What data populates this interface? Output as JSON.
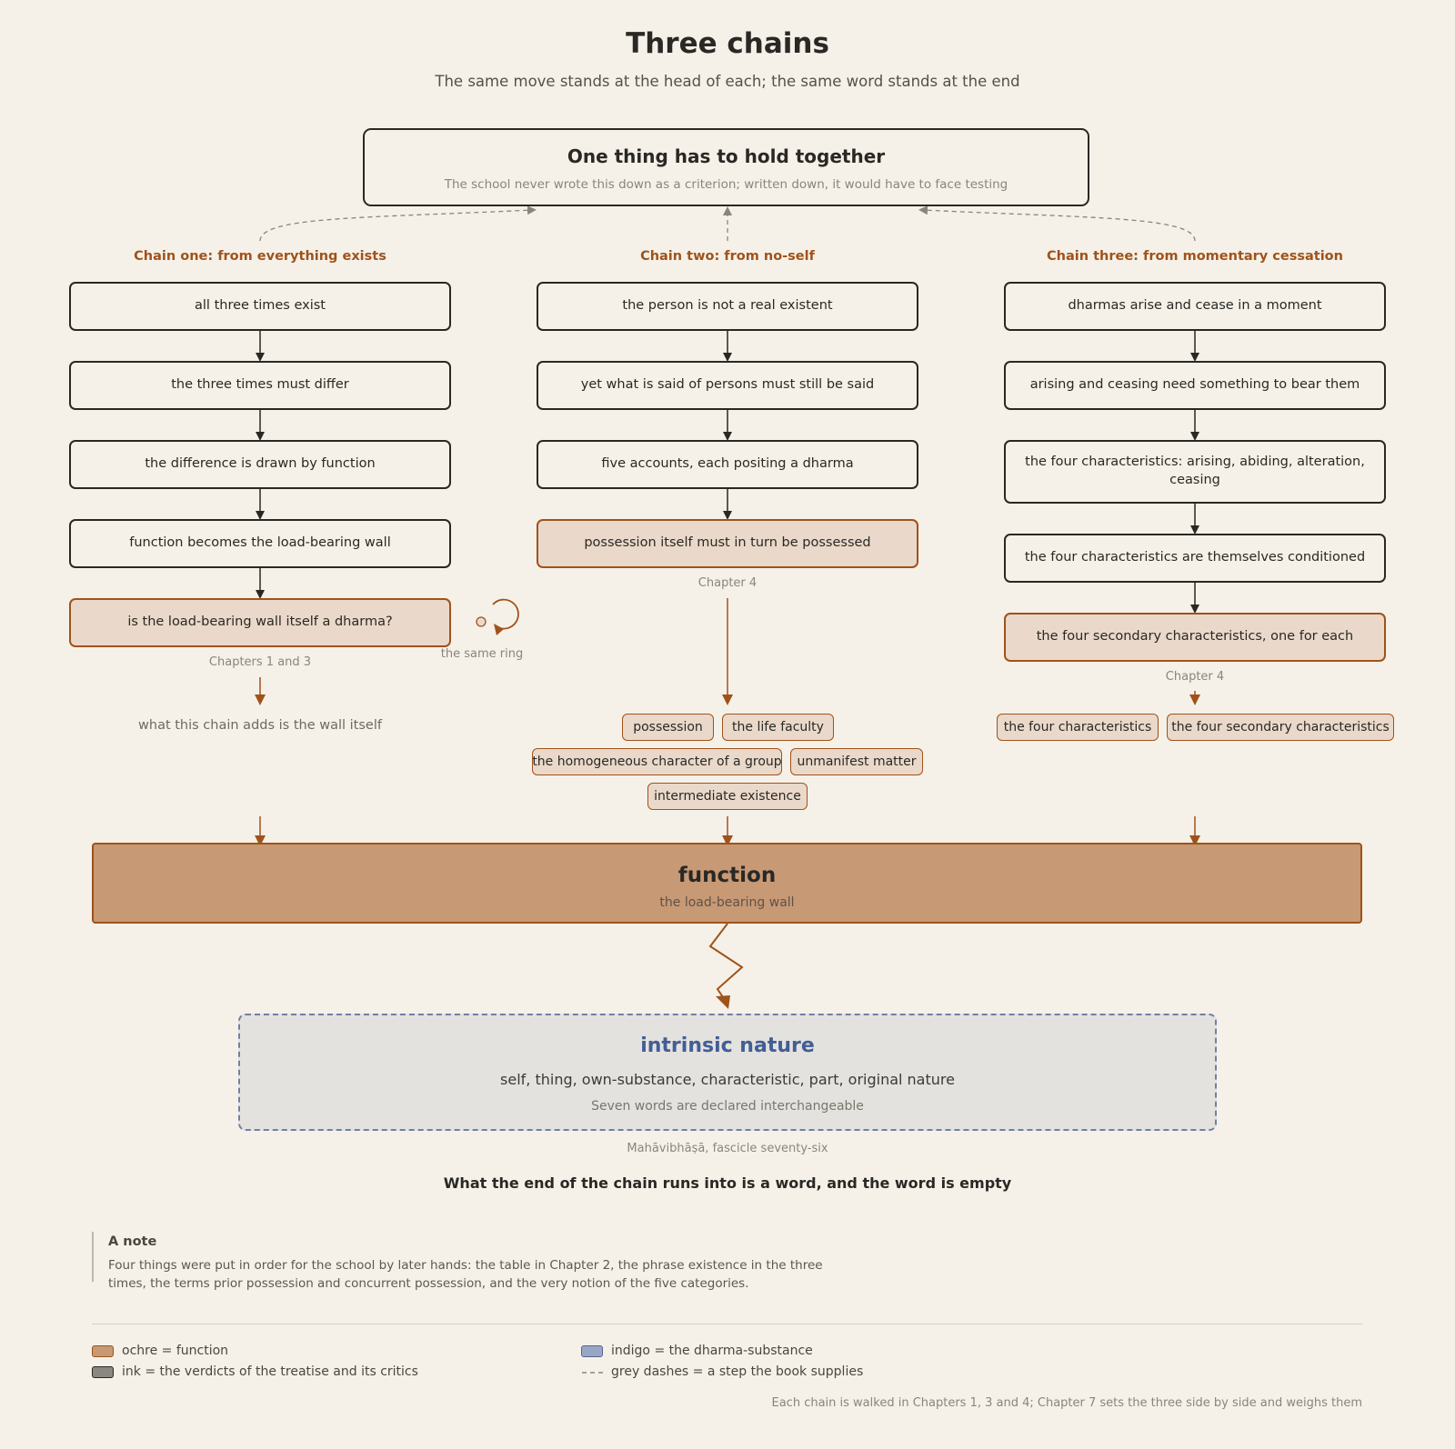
{
  "title": "Three chains",
  "subtitle": "The same move stands at the head of each; the same word stands at the end",
  "root": {
    "title": "One thing has to hold together",
    "subtitle": "The school never wrote this down as a criterion; written down, it would have to face testing"
  },
  "chains": [
    {
      "heading": "Chain one: from everything exists",
      "steps": [
        "all three times exist",
        "the three times must differ",
        "the difference is drawn by function",
        "function becomes the load-bearing wall"
      ],
      "highlight": "is the load-bearing wall itself a dharma?",
      "caption": "Chapters 1 and 3",
      "result": "what this chain adds is the wall itself",
      "ring_label": "the same ring"
    },
    {
      "heading": "Chain two: from no-self",
      "steps": [
        "the person is not a real existent",
        "yet what is said of persons must still be said",
        "five accounts, each positing a dharma"
      ],
      "highlight": "possession itself must in turn be possessed",
      "caption": "Chapter 4",
      "tags": [
        "possession",
        "the life faculty",
        "the homogeneous character of a group",
        "unmanifest matter",
        "intermediate existence"
      ]
    },
    {
      "heading": "Chain three: from momentary cessation",
      "steps": [
        "dharmas arise and cease in a moment",
        "arising and ceasing need something to bear them",
        "the four characteristics: arising, abiding, alteration, ceasing",
        "the four characteristics are themselves conditioned"
      ],
      "highlight": "the four secondary characteristics, one for each",
      "caption": "Chapter 4",
      "tags": [
        "the four characteristics",
        "the four secondary characteristics"
      ]
    }
  ],
  "function": {
    "title": "function",
    "subtitle": "the load-bearing wall"
  },
  "nature": {
    "title": "intrinsic nature",
    "words": "self, thing, own-substance, characteristic, part, original nature",
    "note": "Seven words are declared interchangeable",
    "source": "Mahāvibhāṣā, fascicle seventy-six"
  },
  "conclusion": "What the end of the chain runs into is a word, and the word is empty",
  "note": {
    "heading": "A note",
    "body": "Four things were put in order for the school by later hands: the table in Chapter 2, the phrase existence in the three times, the terms prior possession and concurrent possession, and the very notion of the five categories."
  },
  "legend": [
    {
      "label": "ochre = function",
      "swatch": "ochre"
    },
    {
      "label": "indigo = the dharma-substance",
      "swatch": "indigo"
    },
    {
      "label": "ink = the verdicts of the treatise and its critics",
      "swatch": "ink"
    },
    {
      "label": "grey dashes = a step the book supplies",
      "swatch": "dashes"
    }
  ],
  "footer": "Each chain is walked in Chapters 1, 3 and 4; Chapter 7 sets the three side by side and weighs them",
  "colors": {
    "ochre": "#c89975",
    "rust": "#a0521b",
    "indigo": "#9aa7c4",
    "ink": "#8a8781",
    "background": "#f5f1e8"
  }
}
